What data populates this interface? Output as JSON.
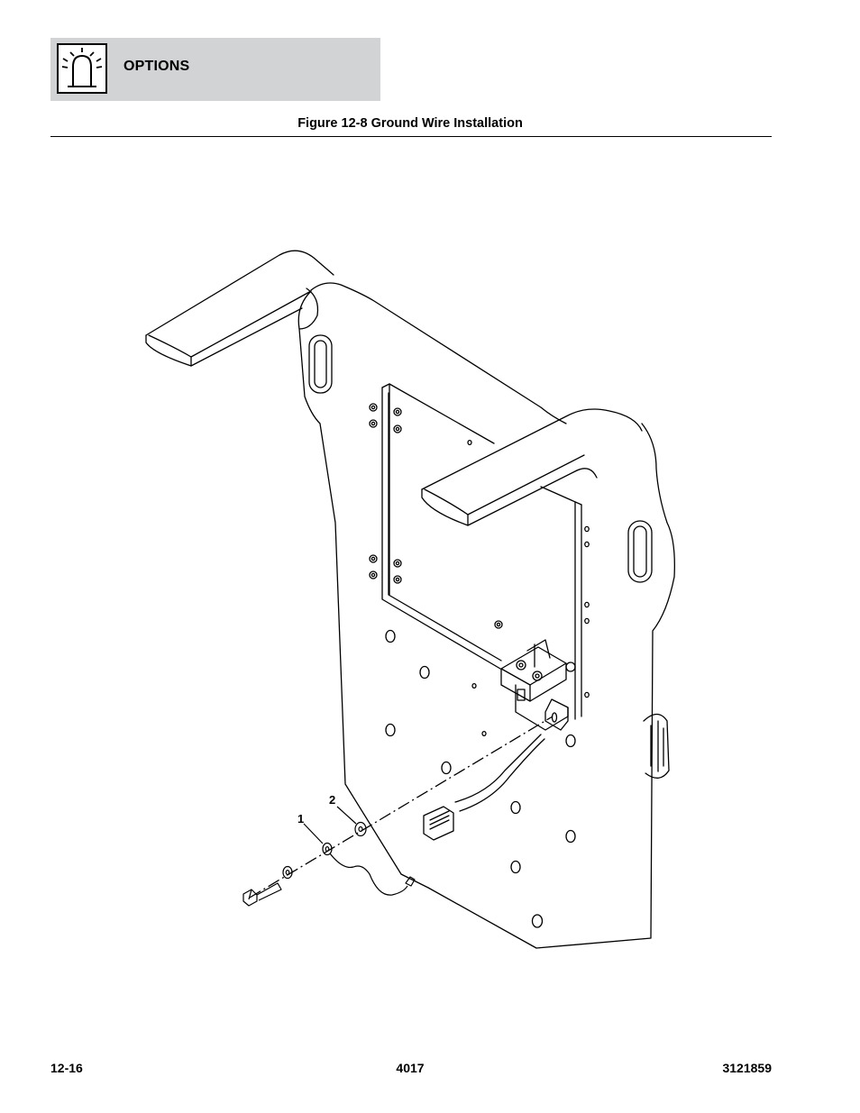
{
  "header": {
    "section_title": "OPTIONS",
    "icon": "beacon-light-icon"
  },
  "figure": {
    "caption": "Figure 12-8 Ground Wire Installation",
    "callouts": [
      "1",
      "2"
    ]
  },
  "footer": {
    "page_number": "12-16",
    "model": "4017",
    "manual_number": "3121859"
  }
}
